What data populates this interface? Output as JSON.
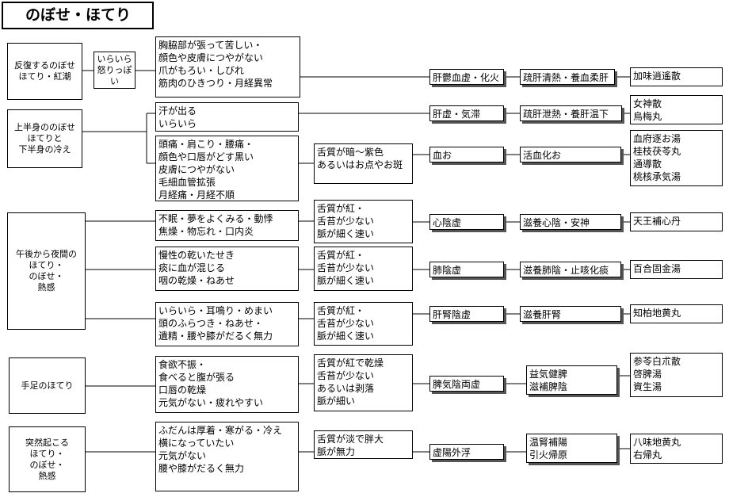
{
  "title": "のぼせ・ほてり",
  "groups": {
    "g1": "反復するのぼせ\nほてり・紅潮",
    "g2": "上半身ののぼせ\nほてりと\n下半身の冷え",
    "g3": "午後から夜間の\nほてり・\nのぼせ・\n熱感",
    "g4": "手足のほてり",
    "g5": "突然起こる\nほてり・\nのぼせ・\n熱感"
  },
  "sub": {
    "s1": "いらいら\n怒りっぽい"
  },
  "symptoms": {
    "y1": "胸脇部が張って苦しい・\n顔色や皮膚につやがない\n爪がもろい・しびれ\n筋肉のひきつり・月経異常",
    "y2": "汗が出る\nいらいら",
    "y3": "頭痛・肩こり・腰痛・\n顔色や口唇がどす黒い\n皮膚につやがない\n毛細血管拡張\n月経痛・月経不順",
    "y4": "不眠・夢をよくみる・動悸\n焦燥・物忘れ・口内炎",
    "y5": "慢性の乾いたせき\n痰に血が混じる\n咽の乾燥・ねあせ",
    "y6": "いらいら・耳鳴り・めまい\n頭のふらつき・ねあせ・\n遺精・腰や膝がだるく無力",
    "y7": "食欲不振・\n食べると腹が張る\n口唇の乾燥\n元気がない・疲れやすい",
    "y8": "ふだんは厚着・寒がる・冷え\n横になっていたい\n元気がない\n腰や膝がだるく無力"
  },
  "tongue": {
    "t1": "舌質が暗～紫色\nあるいはお点やお斑",
    "t2": "舌質が紅・\n舌苔が少ない\n脈が細く速い",
    "t3": "舌質が紅・\n舌苔が少ない\n脈が細く速い",
    "t4": "舌質が紅・\n舌苔が少ない\n脈が細く速い",
    "t5": "舌質が紅で乾燥\n舌苔が少ない\nあるいは剥落\n脈が細い",
    "t6": "舌質が淡で胖大\n脈が無力"
  },
  "patterns": {
    "p1": "肝鬱血虚・化火",
    "p2": "肝虚・気滞",
    "p3": "血お",
    "p4": "心陰虚",
    "p5": "肺陰虚",
    "p6": "肝腎陰虚",
    "p7": "脾気陰両虚",
    "p8": "虚陽外浮"
  },
  "treatments": {
    "r1": "疏肝清熱・養血柔肝",
    "r2": "疏肝泄熱・養肝温下",
    "r3": "活血化お",
    "r4": "滋養心陰・安神",
    "r5": "滋養肺陰・止咳化痰",
    "r6": "滋養肝腎",
    "r7": "益気健脾\n滋補脾陰",
    "r8": "温腎補陽\n引火帰原"
  },
  "formulas": {
    "f1": "加味逍遙散",
    "f2": "女神散\n烏梅丸",
    "f3": "血府逐お湯\n桂枝茯苓丸\n通導散\n桃核承気湯",
    "f4": "天王補心丹",
    "f5": "百合固金湯",
    "f6": "知柏地黄丸",
    "f7": "参苓白朮散\n啓脾湯\n資生湯",
    "f8": "八味地黄丸\n右帰丸"
  }
}
